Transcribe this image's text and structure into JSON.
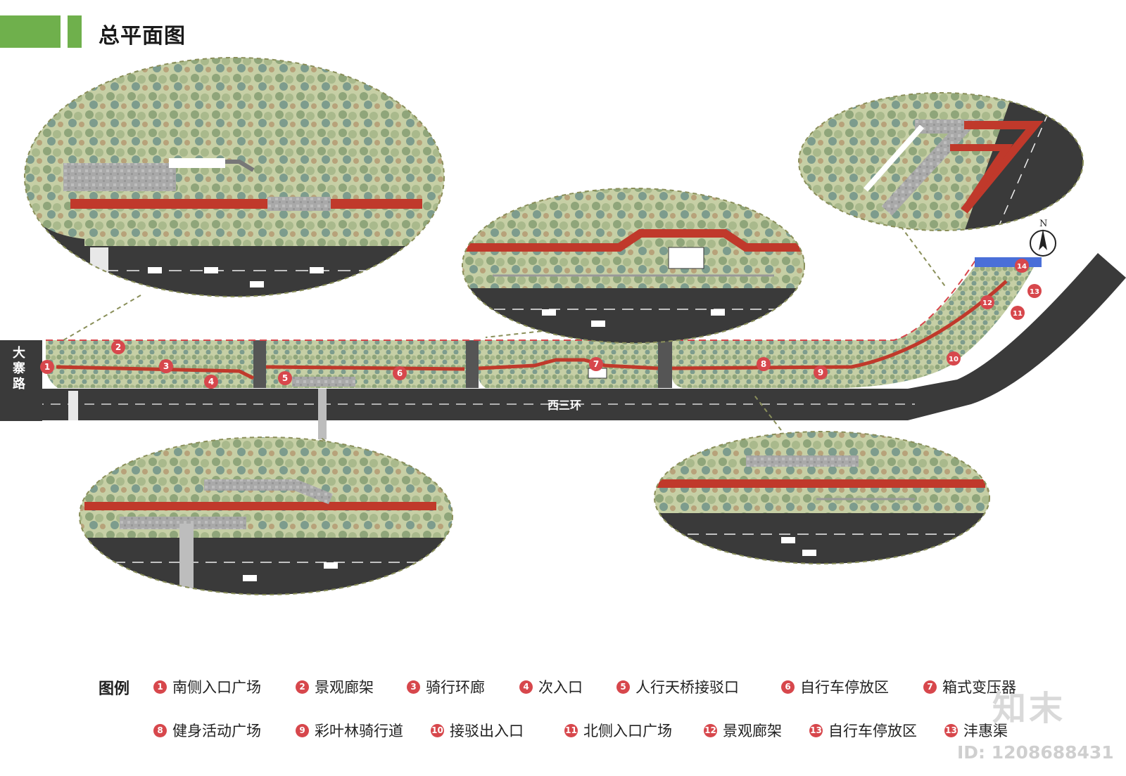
{
  "header": {
    "title": "总平面图"
  },
  "map": {
    "road_main": "西三环",
    "road_left_chars": [
      "大",
      "寨",
      "路"
    ],
    "north_label": "N"
  },
  "markers": [
    "1",
    "2",
    "3",
    "4",
    "5",
    "6",
    "7",
    "8",
    "9",
    "10",
    "11",
    "12",
    "13",
    "14"
  ],
  "legend": {
    "title": "图例",
    "items": [
      {
        "num": "1",
        "label": "南侧入口广场"
      },
      {
        "num": "2",
        "label": "景观廊架"
      },
      {
        "num": "3",
        "label": "骑行环廊"
      },
      {
        "num": "4",
        "label": "次入口"
      },
      {
        "num": "5",
        "label": "人行天桥接驳口"
      },
      {
        "num": "6",
        "label": "自行车停放区"
      },
      {
        "num": "7",
        "label": "箱式变压器"
      },
      {
        "num": "8",
        "label": "健身活动广场"
      },
      {
        "num": "9",
        "label": "彩叶林骑行道"
      },
      {
        "num": "10",
        "label": "接驳出入口"
      },
      {
        "num": "11",
        "label": "北侧入口广场"
      },
      {
        "num": "12",
        "label": "景观廊架"
      },
      {
        "num": "13",
        "label": "自行车停放区"
      },
      {
        "num": "13",
        "label": "沣惠渠"
      }
    ]
  },
  "watermark": {
    "logo": "知末",
    "id": "ID: 1208688431"
  },
  "colors": {
    "accent_green": "#6fb04c",
    "path_red": "#c0392b",
    "road": "#3a3a3a",
    "grass": "#c6cfa5",
    "marker": "#d7474c"
  }
}
